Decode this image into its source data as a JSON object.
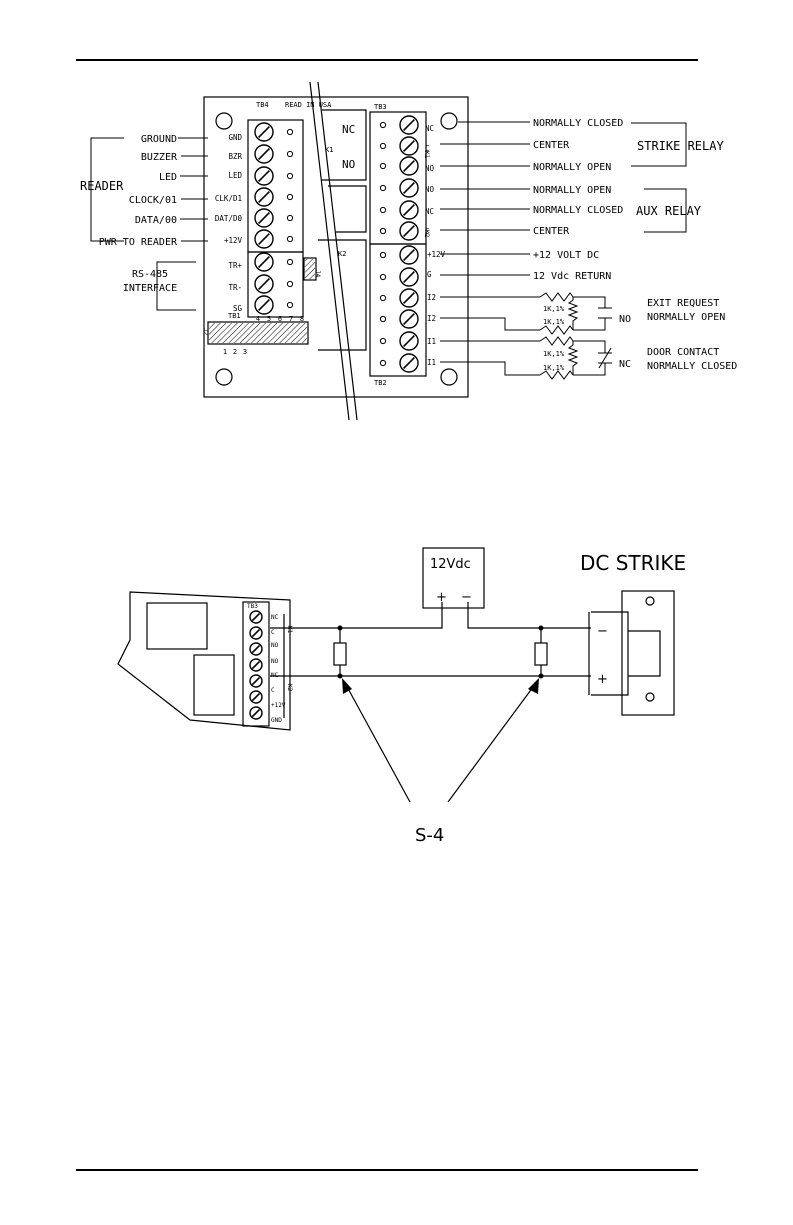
{
  "top_diagram": {
    "left_labels": {
      "group_reader": "READER",
      "ground": "GROUND",
      "buzzer": "BUZZER",
      "led": "LED",
      "clock": "CLOCK/01",
      "data": "DATA/00",
      "pwr": "PWR TO READER",
      "rs485": "RS-485",
      "interface": "INTERFACE"
    },
    "board": {
      "made_in": "READ   IN USA",
      "tb4": "TB4",
      "tb3": "TB3",
      "tb2": "TB2",
      "tb1": "TB1",
      "k1": "K1",
      "k2": "K2",
      "j4": "J4",
      "j2": "J2",
      "relay_nc": "NC",
      "relay_no": "NO",
      "tb4_pins": [
        "GND",
        "BZR",
        "LED",
        "CLK/D1",
        "DAT/D0",
        "+12V"
      ],
      "tb1_pins": [
        "TR+",
        "TR-",
        "SG"
      ],
      "tb3_pins": [
        "NC",
        "C",
        "NO",
        "NO",
        "NC",
        "C"
      ],
      "tb3_k": [
        "K1",
        "K2"
      ],
      "tb2_pins": [
        "+12V",
        "G",
        "I2",
        "I2",
        "I1",
        "I1"
      ],
      "header_top": [
        "4",
        "5",
        "6",
        "7",
        "8"
      ],
      "header_bottom": [
        "1",
        "2",
        "3"
      ]
    },
    "right_labels": {
      "normally_closed_1": "NORMALLY CLOSED",
      "center_1": "CENTER",
      "normally_open_1": "NORMALLY OPEN",
      "strike_relay": "STRIKE RELAY",
      "normally_open_2": "NORMALLY OPEN",
      "normally_closed_2": "NORMALLY CLOSED",
      "center_2": "CENTER",
      "aux_relay": "AUX RELAY",
      "volt_12": "+12 VOLT DC",
      "vdc_return": "12 Vdc RETURN",
      "res_1": "1K,1%",
      "res_2": "1K,1%",
      "res_3": "1K,1%",
      "res_4": "1K,1%",
      "no": "NO",
      "nc": "NC",
      "exit_request": "EXIT REQUEST",
      "exit_normally_open": "NORMALLY OPEN",
      "door_contact": "DOOR CONTACT",
      "door_normally_closed": "NORMALLY CLOSED"
    }
  },
  "bottom_diagram": {
    "supply_label": "12Vdc",
    "supply_plus": "+",
    "supply_minus": "−",
    "strike_title": "DC  STRIKE",
    "strike_minus": "−",
    "strike_plus": "+",
    "tb_label": "TB3",
    "tb_pins": [
      "NC",
      "C",
      "NO",
      "NO",
      "NC",
      "C",
      "+12V",
      "GND"
    ],
    "k_labels": [
      "K1",
      "K2"
    ],
    "suppressor_label": "S-4"
  }
}
